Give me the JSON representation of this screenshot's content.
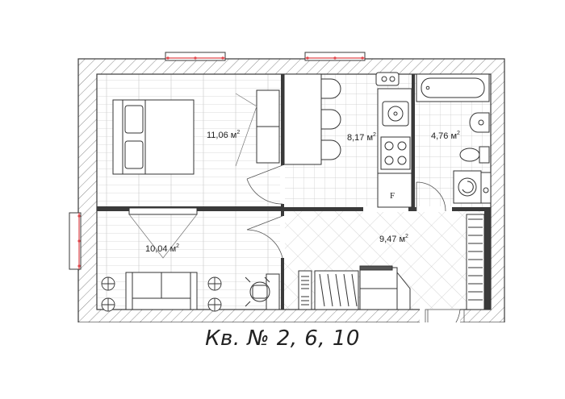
{
  "caption": "Кв. № 2, 6, 10",
  "rooms": [
    {
      "key": "bedroom",
      "area": "11,06 м",
      "sup": "2"
    },
    {
      "key": "kitchen",
      "area": "8,17 м",
      "sup": "2"
    },
    {
      "key": "bathroom",
      "area": "4,76 м",
      "sup": "2"
    },
    {
      "key": "living",
      "area": "10,04 м",
      "sup": "2"
    },
    {
      "key": "hall",
      "area": "9,47 м",
      "sup": "2"
    }
  ],
  "fridge_label": "F",
  "colors": {
    "wall": "#3a3a3a",
    "window": "#e0474c",
    "grid": "#c8c8c8"
  }
}
